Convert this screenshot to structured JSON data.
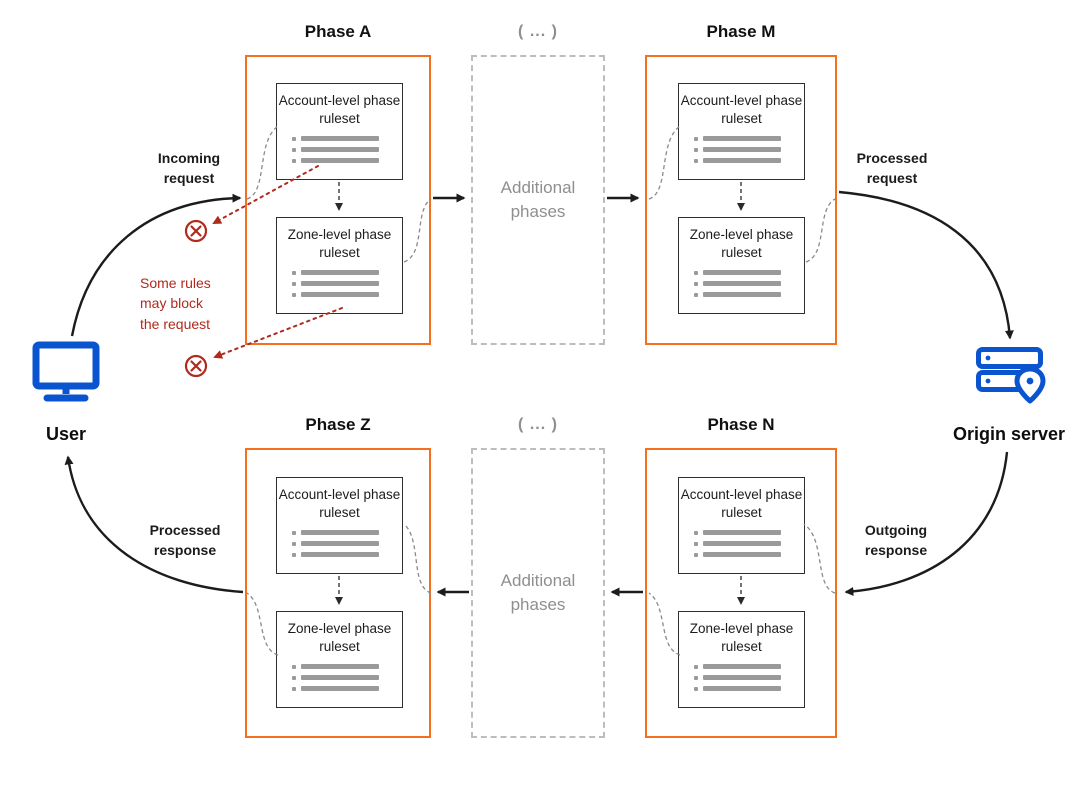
{
  "phases": {
    "a": "Phase A",
    "m": "Phase M",
    "z": "Phase Z",
    "n": "Phase N"
  },
  "ruleset": {
    "account": "Account-level phase ruleset",
    "zone": "Zone-level phase ruleset"
  },
  "additional": {
    "ellipsis": "( ... )",
    "label": "Additional phases"
  },
  "nodes": {
    "user": "User",
    "origin": "Origin server"
  },
  "flows": {
    "incoming": "Incoming request",
    "processed_request": "Processed request",
    "outgoing": "Outgoing response",
    "processed_response": "Processed response"
  },
  "note": {
    "block": "Some rules may block the request"
  },
  "colors": {
    "orange": "#f4701f",
    "blue": "#0a54d0",
    "red": "#b02a1d",
    "gray": "#9a9a9a",
    "ink": "#1c1c1c"
  }
}
